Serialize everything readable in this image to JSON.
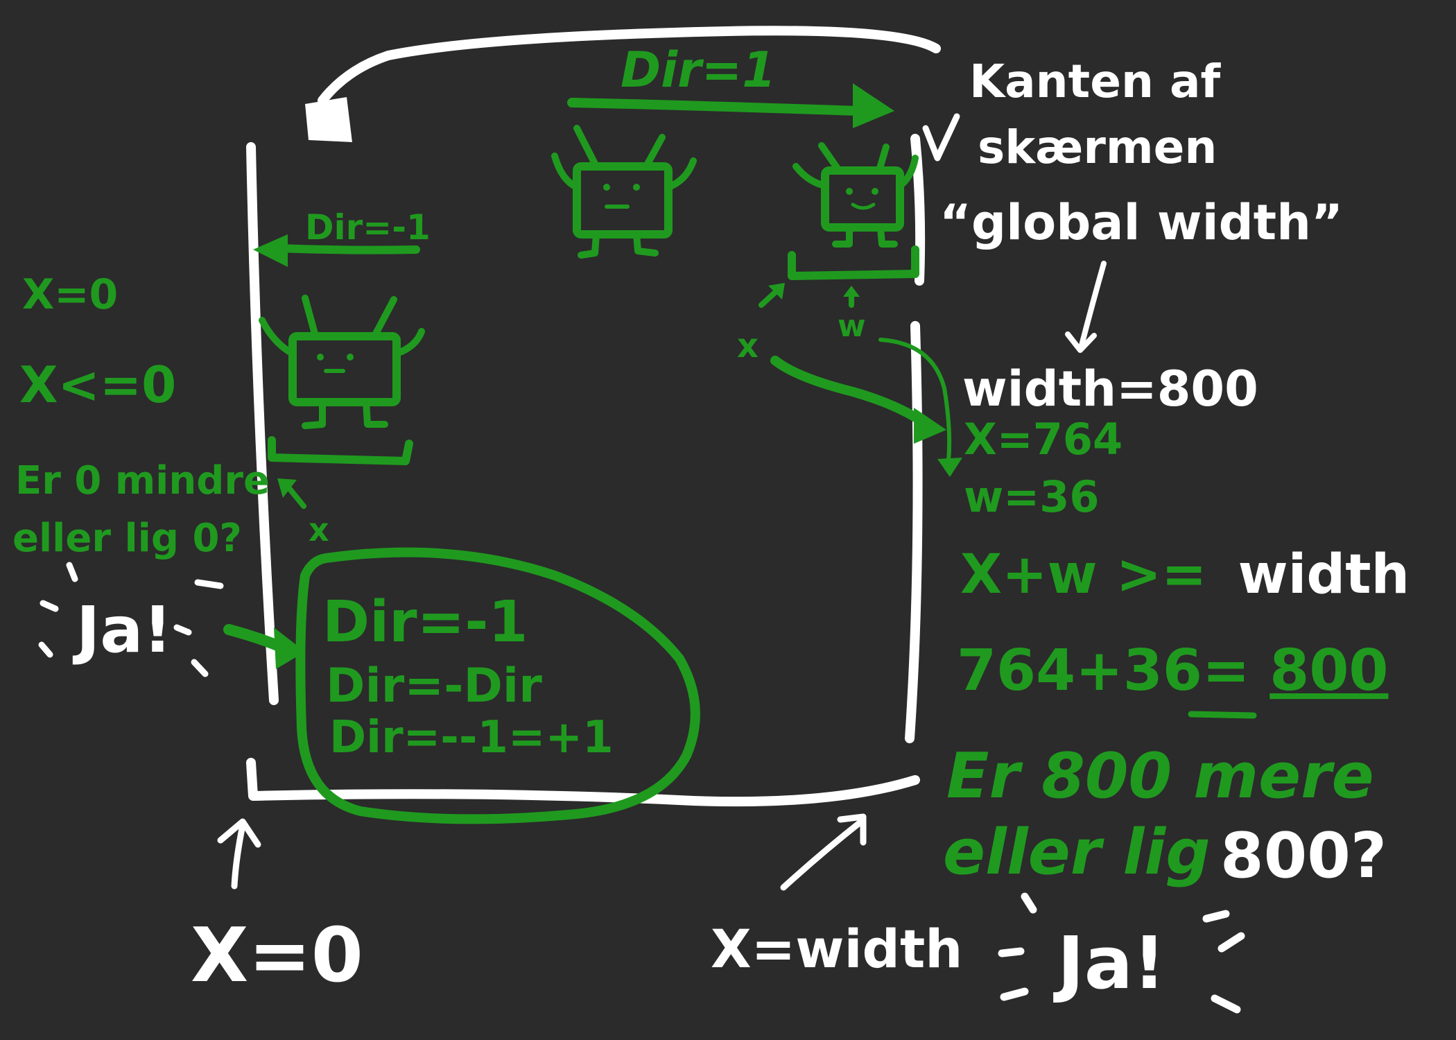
{
  "colors": {
    "background": "#2b2b2b",
    "green": "#1f9a1f",
    "white": "#ffffff"
  },
  "top": {
    "dir_right": "Dir=1",
    "edge_line1": "Kanten af",
    "edge_line2": "skærmen",
    "edge_line3": "“global width”"
  },
  "left": {
    "dir_left": "Dir=-1",
    "x_eq": "X=0",
    "x_le": "X<=0",
    "question_line1": "Er 0 mindre",
    "question_line2": "eller lig 0?",
    "answer": "Ja!",
    "sprite_x": "x"
  },
  "right": {
    "sprite_x": "x",
    "sprite_w": "w",
    "width_eq": "width=800",
    "x_val": "X=764",
    "w_val": "w=36",
    "cond_green": "X+w >=",
    "cond_white": "width",
    "calc_prefix": "764+36=",
    "calc_result": "800",
    "question_line1": "Er 800 mere",
    "question_line2": "eller lig",
    "question_value": "800?",
    "answer": "Ja!"
  },
  "box": {
    "line1": "Dir=-1",
    "line2": "Dir=-Dir",
    "line3": "Dir=--1=+1"
  },
  "bottom": {
    "x_zero": "X=0",
    "x_width": "X=width"
  }
}
